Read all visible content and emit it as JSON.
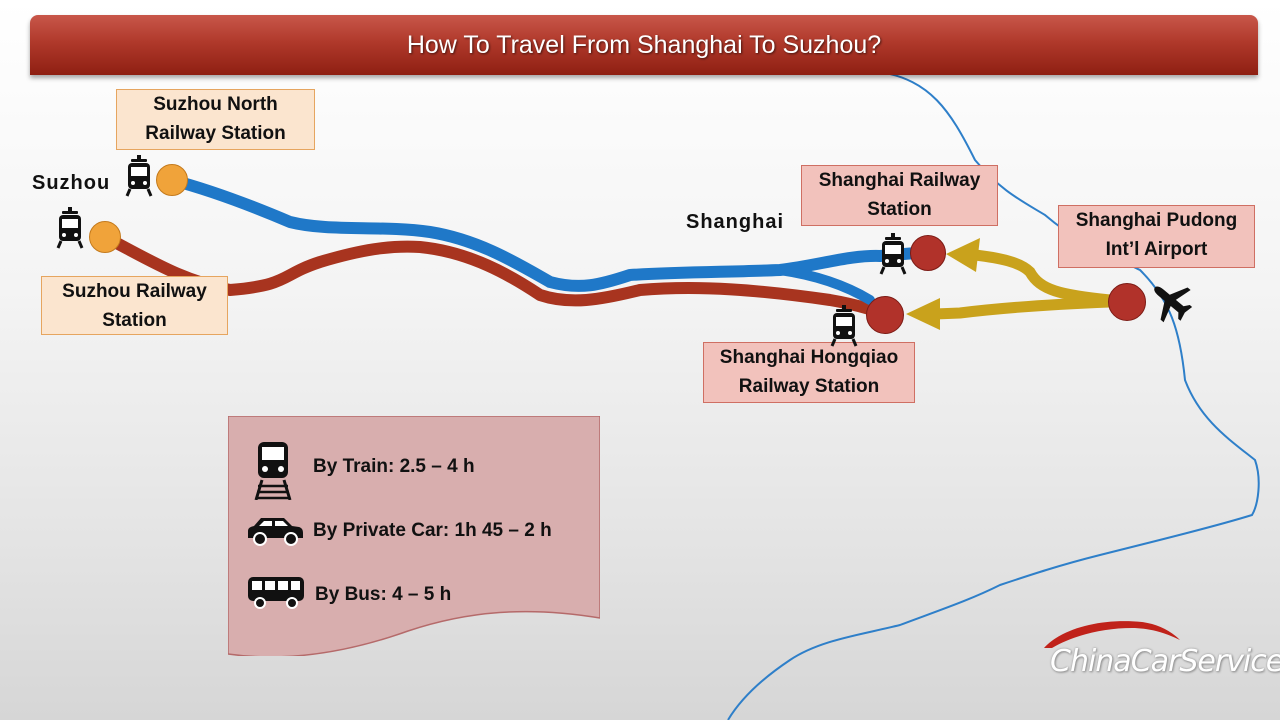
{
  "title": "How To Travel From Shanghai To Suzhou?",
  "cities": {
    "suzhou": "Suzhou",
    "shanghai": "Shanghai"
  },
  "stations": {
    "suzhou_north": [
      "Suzhou North",
      "Railway Station"
    ],
    "suzhou_railway": [
      "Suzhou Railway",
      "Station"
    ],
    "shanghai_railway": [
      "Shanghai Railway",
      "Station"
    ],
    "shanghai_hongqiao": [
      "Shanghai Hongqiao",
      "Railway Station"
    ],
    "pudong_airport": [
      "Shanghai Pudong",
      "Int’l Airport"
    ]
  },
  "legend": {
    "train": "By Train: 2.5 – 4 h",
    "car": "By Private Car: 1h 45 – 2 h",
    "bus": "By Bus: 4 – 5 h"
  },
  "logo": "ChinaCarService",
  "colors": {
    "title_bar": "#b0392b",
    "blue_route": "#1f78c8",
    "red_route": "#a8341f",
    "gold_route": "#c9a21c",
    "river": "#2e7fc9",
    "orange_node": "#f0a33a",
    "red_node": "#b1322a"
  },
  "icons": [
    "train-icon",
    "car-icon",
    "bus-icon",
    "airplane-icon"
  ]
}
